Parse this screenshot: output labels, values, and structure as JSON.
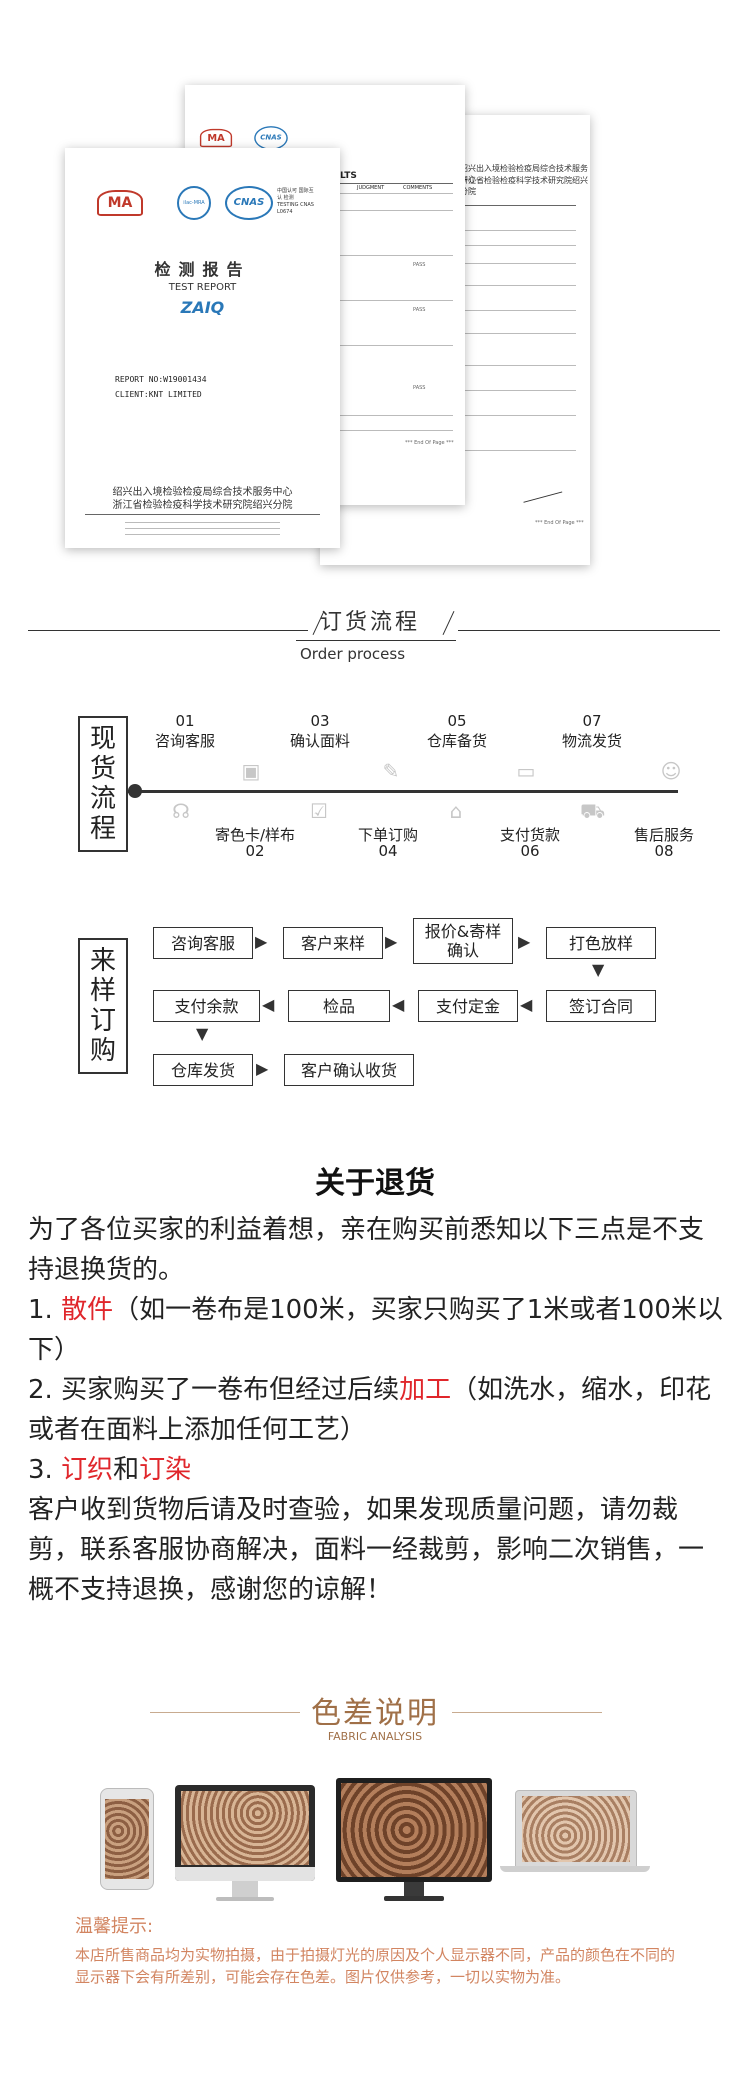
{
  "report": {
    "title_cn": "检测报告",
    "title_en": "TEST REPORT",
    "brand": "ZAIQ",
    "report_no": "REPORT NO:W19001434",
    "client": "CLIENT:KNT LIMITED",
    "org_cn_1": "绍兴出入境检验检疫局综合技术服务中心",
    "org_cn_2": "浙江省检验检疫科学技术研究院绍兴分院",
    "logo_ma": "MA",
    "logo_ilac": "ilac-MRA",
    "logo_cnas": "CNAS",
    "cnas_text": "中国认可 国际互认 检测 TESTING CNAS L0674",
    "mid_title": "LTS",
    "mid_col1": "JUDGMENT",
    "mid_col2": "COMMENTS",
    "end_of_page": "*** End Of Page ***",
    "pass": "PASS"
  },
  "order_process": {
    "title": "订货流程",
    "subtitle": "Order process",
    "stock_label": "现货流程",
    "stock_steps_top": [
      {
        "num": "01",
        "label": "咨询客服"
      },
      {
        "num": "03",
        "label": "确认面料"
      },
      {
        "num": "05",
        "label": "仓库备货"
      },
      {
        "num": "07",
        "label": "物流发货"
      }
    ],
    "stock_steps_bottom": [
      {
        "num": "02",
        "label": "寄色卡/样布"
      },
      {
        "num": "04",
        "label": "下单订购"
      },
      {
        "num": "06",
        "label": "支付货款"
      },
      {
        "num": "08",
        "label": "售后服务"
      }
    ],
    "sample_label": "来样订购",
    "sample_boxes": [
      "咨询客服",
      "客户来样",
      "报价&寄样确认",
      "打色放样",
      "签订合同",
      "支付定金",
      "检品",
      "支付余款",
      "仓库发货",
      "客户确认收货"
    ]
  },
  "returns": {
    "title": "关于退货",
    "p1": "为了各位买家的利益着想，亲在购买前悉知以下三点是不支持退换货的。",
    "i1_num": "1. ",
    "i1_red": "散件",
    "i1_rest": "（如一卷布是100米，买家只购买了1米或者100米以下）",
    "i2_pre": "2. 买家购买了一卷布但经过后续",
    "i2_red": "加工",
    "i2_rest": "（如洗水，缩水，印花或者在面料上添加任何工艺）",
    "i3_num": "3. ",
    "i3_red1": "订织",
    "i3_mid": "和",
    "i3_red2": "订染",
    "p_end": "客户收到货物后请及时查验，如果发现质量问题，请勿裁剪，联系客服协商解决，面料一经裁剪，影响二次销售，一概不支持退换，感谢您的谅解！"
  },
  "color_diff": {
    "title": "色差说明",
    "subtitle": "FABRIC ANALYSIS",
    "tip_title": "温馨提示:",
    "tip_text": "本店所售商品均为实物拍摄，由于拍摄灯光的原因及个人显示器不同，产品的颜色在不同的显示器下会有所差别，可能会存在色差。图片仅供参考，一切以实物为准。"
  },
  "colors": {
    "accent_red": "#e0262b",
    "brown": "#a07048",
    "tip": "#d28561",
    "fabric": "#b98a6a"
  }
}
